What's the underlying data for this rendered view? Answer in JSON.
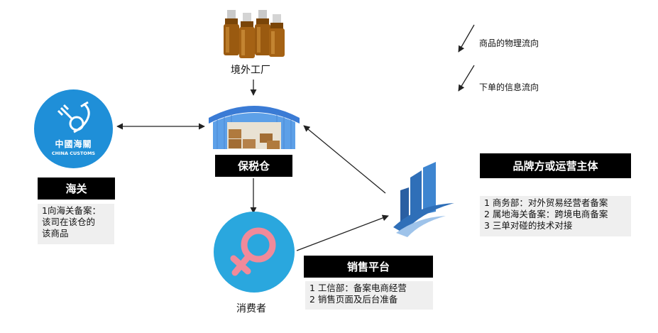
{
  "legend": {
    "physical": "商品的物理流向",
    "info": "下单的信息流向"
  },
  "factory": {
    "label": "境外工厂"
  },
  "warehouse": {
    "label": "保税仓"
  },
  "customs": {
    "logo_text": "中國海關",
    "logo_sub": "CHINA CUSTOMS",
    "title": "海关",
    "notes": [
      "1向海关备案：",
      "该司在该仓的",
      "该商品"
    ]
  },
  "consumer": {
    "label": "消费者"
  },
  "platform": {
    "title": "销售平台",
    "notes": [
      "1 工信部：备案电商经营",
      "2 销售页面及后台准备"
    ]
  },
  "brand": {
    "title": "品牌方或运营主体",
    "notes": [
      "1 商务部：对外贸易经营者备案",
      "2 属地海关备案：跨境电商备案",
      "3 三单对碰的技术对接"
    ]
  },
  "colors": {
    "customs_blue": "#1f8fd8",
    "consumer_blue": "#2aa7de",
    "female_symbol": "#f08a9a",
    "warehouse_roof": "#3a7bd5",
    "building_blue": "#2f6fb8",
    "bottle_amber": "#9a5a10"
  }
}
